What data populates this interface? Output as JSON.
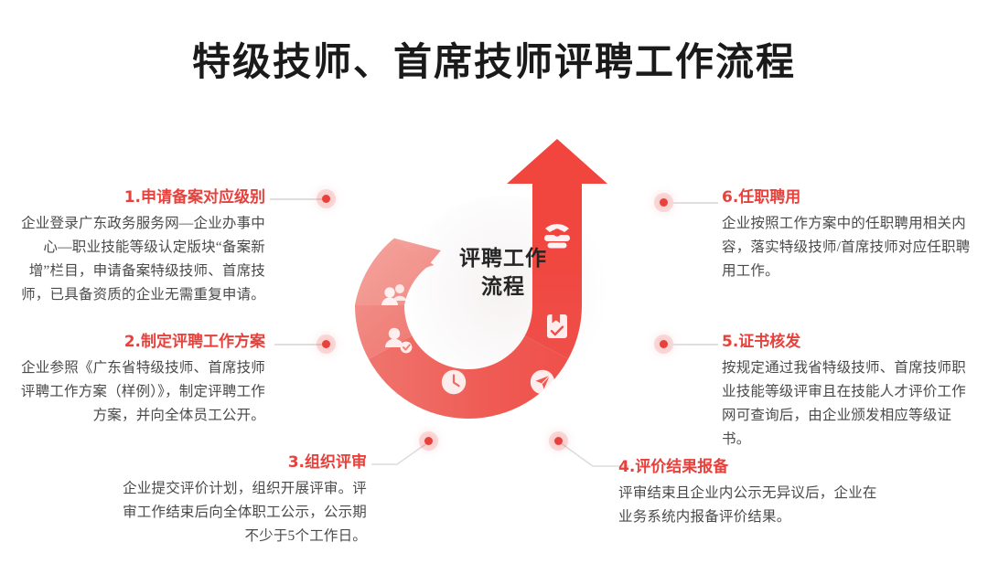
{
  "page": {
    "title": "特级技师、首席技师评聘工作流程",
    "background": "#ffffff"
  },
  "colors": {
    "accent_red": "#e8413c",
    "arrow_bright": "#f0453f",
    "ring_light": "#f29d96",
    "ring_mid": "#f0736c",
    "ring_deep": "#ef4f48",
    "body_text": "#4a4a4a",
    "title_text": "#1a1a1a",
    "connector_line": "#e0dcdc"
  },
  "center": {
    "line1": "评聘工作",
    "line2": "流程"
  },
  "ring": {
    "segments": [
      {
        "id": "seg-1",
        "icon": "users-group-icon",
        "shade": "#f2958e"
      },
      {
        "id": "seg-2",
        "icon": "user-edit-icon",
        "shade": "#f0827b"
      },
      {
        "id": "seg-3",
        "icon": "clock-icon",
        "shade": "#ef6a63"
      },
      {
        "id": "seg-4",
        "icon": "paper-plane-icon",
        "shade": "#ee5a53"
      },
      {
        "id": "seg-5",
        "icon": "certificate-check-icon",
        "shade": "#ef4f48"
      },
      {
        "id": "seg-6",
        "icon": "handshake-award-icon",
        "shade": "#f0453f"
      }
    ],
    "arrow_direction": "up"
  },
  "steps": [
    {
      "number": "1.",
      "heading": "申请备案对应级别",
      "body": "企业登录广东政务服务网—企业办事中心—职业技能等级认定版块“备案新增”栏目，申请备案特级技师、首席技师，已具备资质的企业无需重复申请。",
      "side": "left"
    },
    {
      "number": "2.",
      "heading": "制定评聘工作方案",
      "body": "企业参照《广东省特级技师、首席技师评聘工作方案（样例）》，制定评聘工作方案，并向全体员工公开。",
      "side": "left"
    },
    {
      "number": "3.",
      "heading": "组织评审",
      "body": "企业提交评价计划，组织开展评审。评审工作结束后向全体职工公示，公示期不少于5个工作日。",
      "side": "bottom-left"
    },
    {
      "number": "4.",
      "heading": "评价结果报备",
      "body": "评审结束且企业内公示无异议后，企业在业务系统内报备评价结果。",
      "side": "bottom-right"
    },
    {
      "number": "5.",
      "heading": "证书核发",
      "body": "按规定通过我省特级技师、首席技师职业技能等级评审且在技能人才评价工作网可查询后，由企业颁发相应等级证书。",
      "side": "right"
    },
    {
      "number": "6.",
      "heading": "任职聘用",
      "body": "企业按照工作方案中的任职聘用相关内容，落实特级技师/首席技师对应任职聘用工作。",
      "side": "right"
    }
  ]
}
